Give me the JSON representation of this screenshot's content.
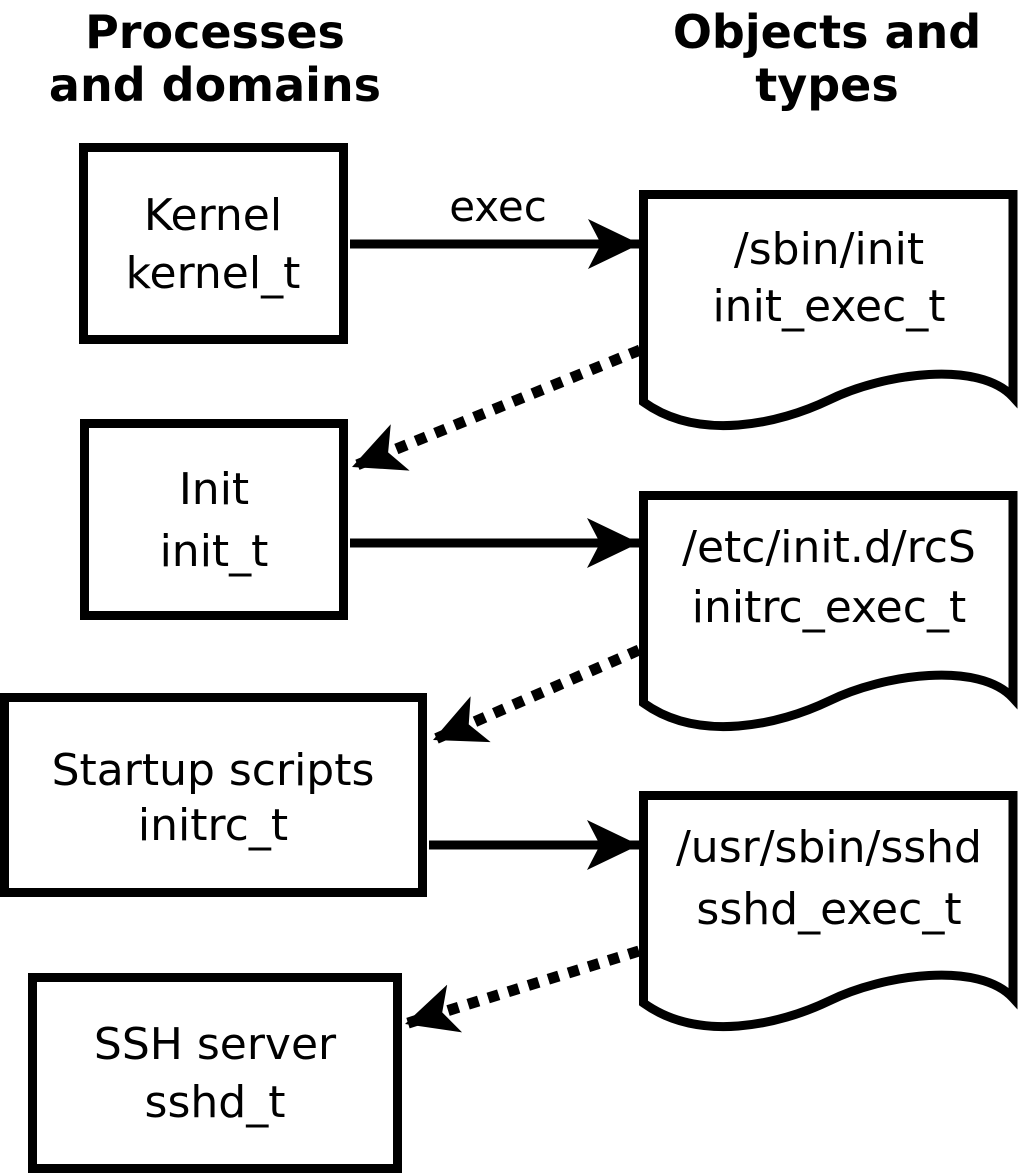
{
  "diagram": {
    "colors": {
      "foreground": "#000000",
      "background": "#ffffff"
    },
    "headers": {
      "left": {
        "line1": "Processes",
        "line2": "and domains"
      },
      "right": {
        "line1": "Objects and",
        "line2": "types"
      }
    },
    "edge_label": "exec",
    "processes": [
      {
        "name": "Kernel",
        "domain": "kernel_t"
      },
      {
        "name": "Init",
        "domain": "init_t"
      },
      {
        "name": "Startup scripts",
        "domain": "initrc_t"
      },
      {
        "name": "SSH server",
        "domain": "sshd_t"
      }
    ],
    "objects": [
      {
        "file": "/sbin/init",
        "type": "init_exec_t"
      },
      {
        "file": "/etc/init.d/rcS",
        "type": "initrc_exec_t"
      },
      {
        "file": "/usr/sbin/sshd",
        "type": "sshd_exec_t"
      }
    ]
  }
}
